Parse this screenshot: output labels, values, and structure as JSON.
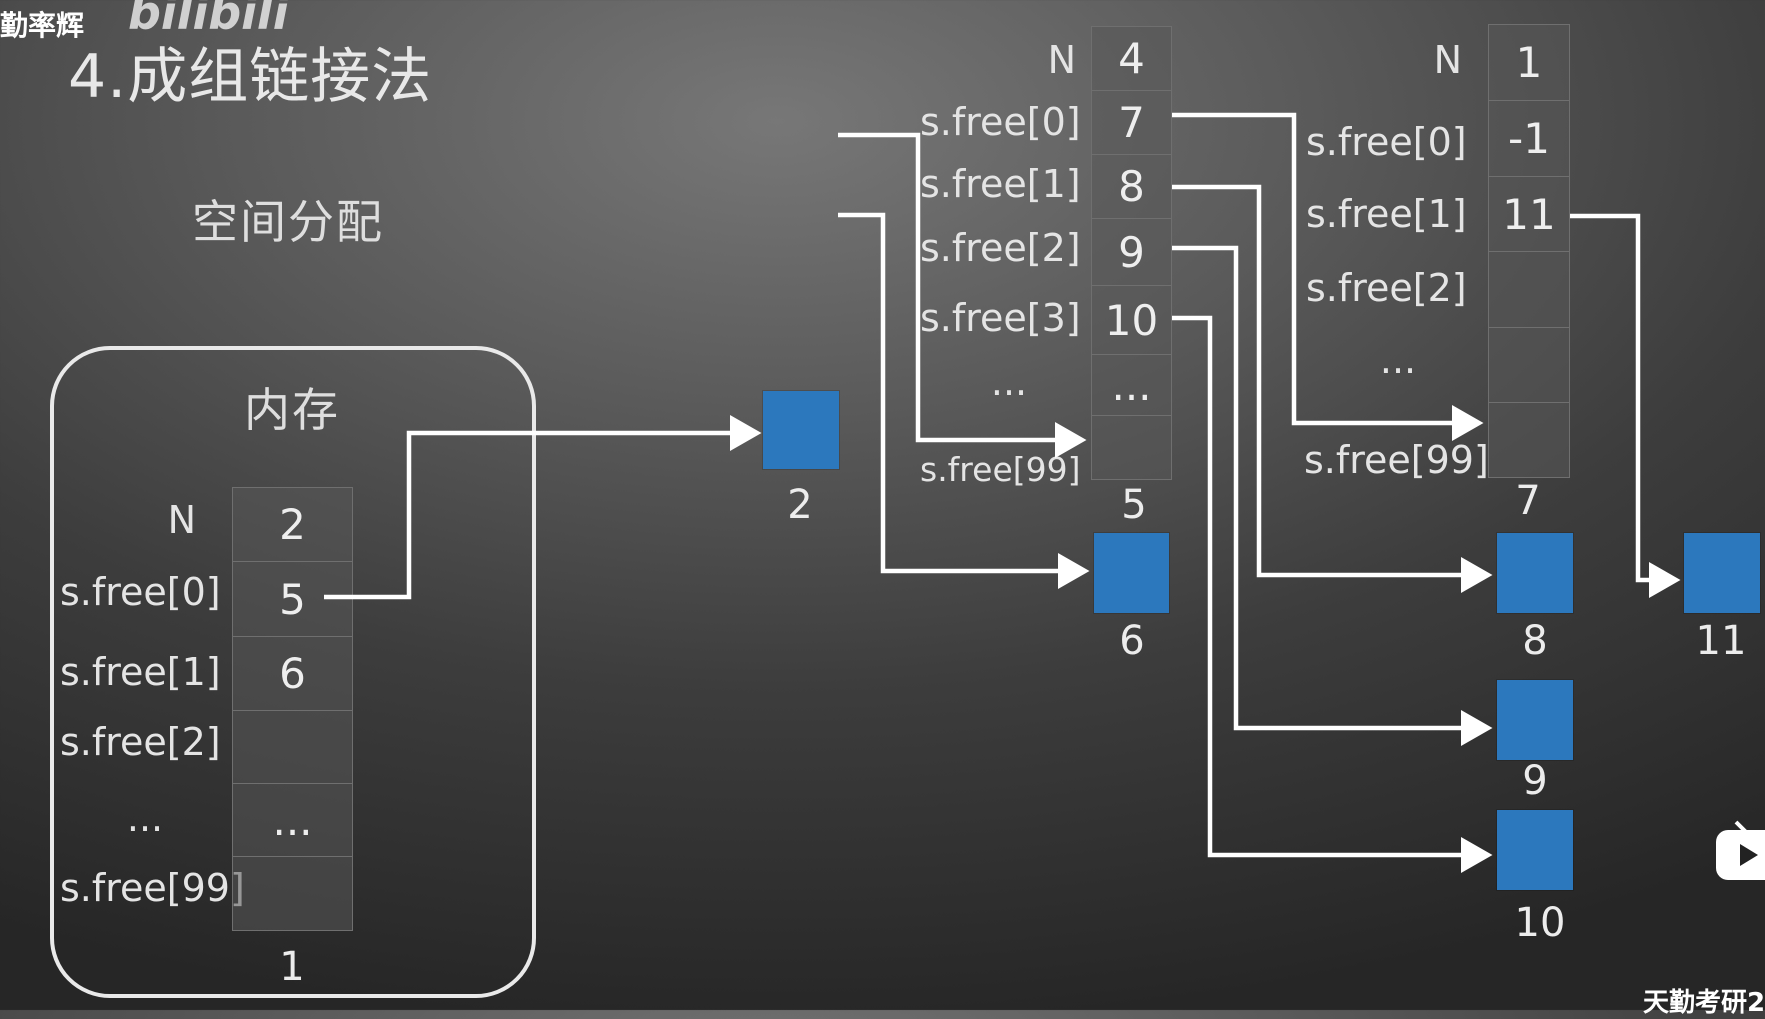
{
  "watermarks": {
    "uploader": "勤率辉",
    "logo": "bilibili",
    "footer": "天勤考研2"
  },
  "title": "4.成组链接法",
  "subtitle": "空间分配",
  "memory": {
    "label": "内存",
    "block_number": "1",
    "rows": [
      {
        "label": "N",
        "value": "2"
      },
      {
        "label": "s.free[0]",
        "value": "5"
      },
      {
        "label": "s.free[1]",
        "value": "6"
      },
      {
        "label": "s.free[2]",
        "value": ""
      },
      {
        "label": "...",
        "value": "..."
      },
      {
        "label": "s.free[99]",
        "value": ""
      }
    ]
  },
  "block2": {
    "number": "2"
  },
  "block5": {
    "number": "5",
    "rows": [
      {
        "label": "N",
        "value": "4"
      },
      {
        "label": "s.free[0]",
        "value": "7"
      },
      {
        "label": "s.free[1]",
        "value": "8"
      },
      {
        "label": "s.free[2]",
        "value": "9"
      },
      {
        "label": "s.free[3]",
        "value": "10"
      },
      {
        "label": "...",
        "value": "..."
      },
      {
        "label": "s.free[99]",
        "value": ""
      }
    ]
  },
  "block7": {
    "number": "7",
    "rows": [
      {
        "label": "N",
        "value": "1"
      },
      {
        "label": "s.free[0]",
        "value": "-1"
      },
      {
        "label": "s.free[1]",
        "value": "11"
      },
      {
        "label": "s.free[2]",
        "value": ""
      },
      {
        "label": "...",
        "value": ""
      },
      {
        "label": "s.free[99]",
        "value": ""
      }
    ]
  },
  "free_blocks": [
    {
      "number": "6"
    },
    {
      "number": "8"
    },
    {
      "number": "9"
    },
    {
      "number": "10"
    },
    {
      "number": "11"
    }
  ],
  "colors": {
    "block_fill": "#2c78bd",
    "arrow": "#ffffff",
    "frame": "#e9e9e9"
  },
  "icons": [
    "play-button-icon"
  ]
}
